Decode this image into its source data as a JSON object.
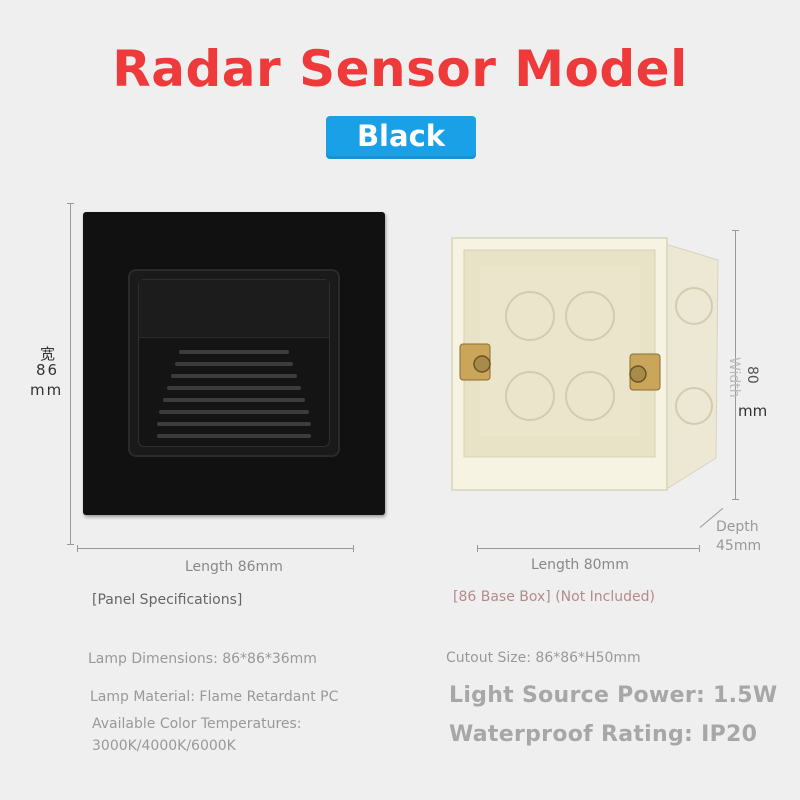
{
  "colors": {
    "title": "#ee3a3a",
    "badge": "#1aa0e6",
    "panel": "#111111",
    "box": "#f4f1df"
  },
  "title": "Radar Sensor Model",
  "badge": "Black",
  "panel_dims": {
    "width_char": "宽",
    "width_value": "86",
    "width_unit": "mm",
    "length": "Length 86mm"
  },
  "box_dims": {
    "width_label": "Width",
    "width_value": "80",
    "width_unit": "mm",
    "depth_label": "Depth",
    "depth_value": "45mm",
    "length": "Length 80mm"
  },
  "specs": {
    "panel_header": "[Panel Specifications]",
    "box_header": "[86 Base Box] (Not Included)",
    "lamp_dimensions": "Lamp Dimensions: 86*86*36mm",
    "lamp_material": "Lamp Material: Flame Retardant PC",
    "color_temps_label": "Available Color Temperatures:",
    "color_temps_values": "3000K/4000K/6000K",
    "cutout": "Cutout Size: 86*86*H50mm",
    "power": "Light Source Power: 1.5W",
    "waterproof": "Waterproof Rating: IP20"
  }
}
